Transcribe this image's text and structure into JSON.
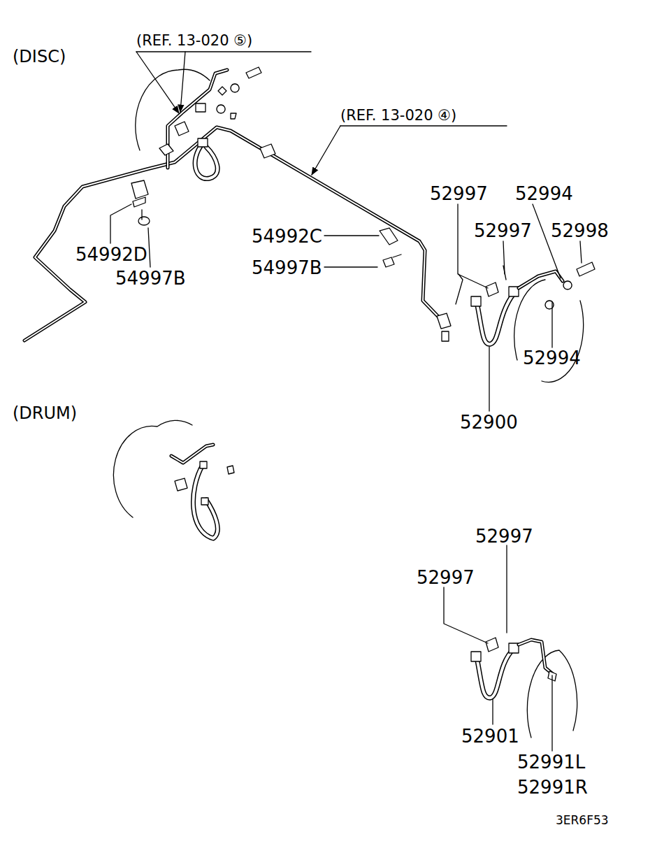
{
  "diagram": {
    "labels": [
      "(DISC)",
      "(REF. 13-020 ⑤)",
      "(REF. 13-020 ④)",
      "52997",
      "52994",
      "52997",
      "52998",
      "54992C",
      "54997B",
      "54992D",
      "54997B",
      "52994",
      "52900",
      "(DRUM)",
      "52997",
      "52997",
      "52901",
      "52991L",
      "52991R",
      "3ER6F53"
    ]
  }
}
